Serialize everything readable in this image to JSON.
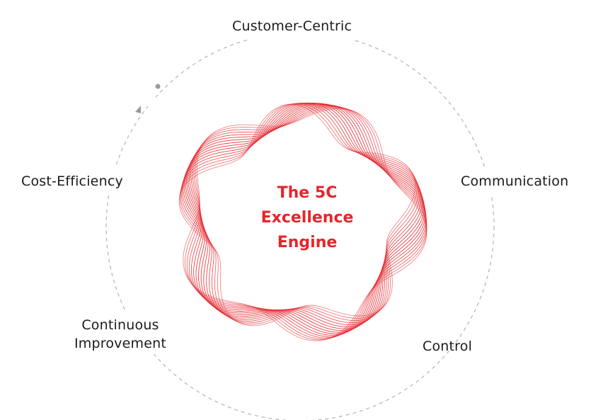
{
  "center": {
    "line1": "The 5C",
    "line2": "Excellence",
    "line3": "Engine"
  },
  "nodes": {
    "customer": "Customer-Centric",
    "communication": "Communication",
    "control": "Control",
    "continuous_line1": "Continuous",
    "continuous_line2": "Improvement",
    "cost": "Cost-Efficiency"
  },
  "colors": {
    "accent": "#e4262b",
    "ring": "#b8b8b8",
    "text": "#1a1a1a"
  }
}
